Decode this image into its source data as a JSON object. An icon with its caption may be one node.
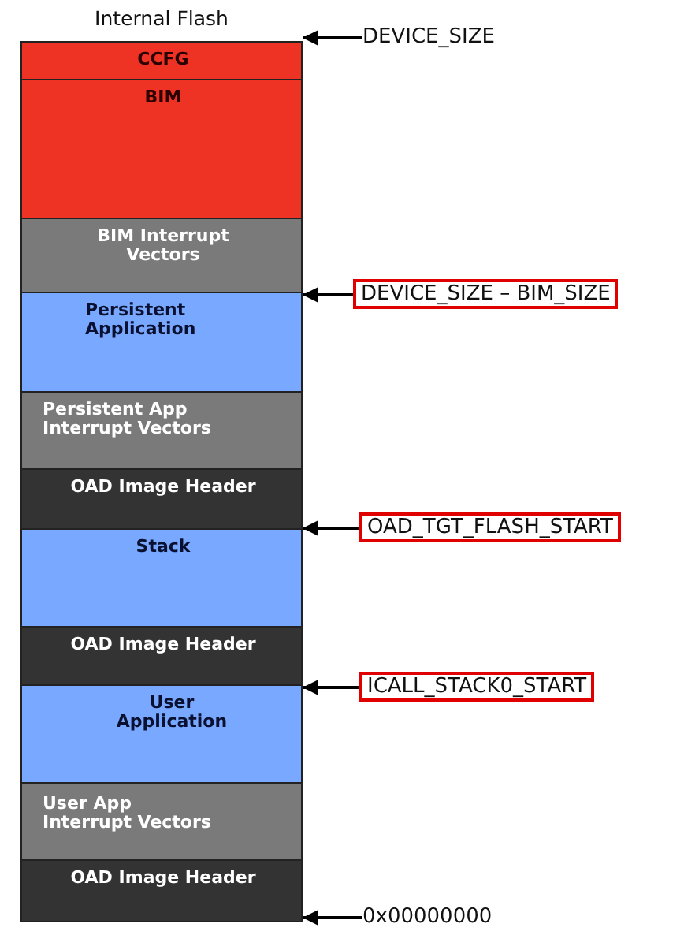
{
  "diagram": {
    "title": "Internal Flash",
    "nodes": [
      {
        "text": [
          "CCFG"
        ]
      },
      {
        "text": [
          "BIM"
        ]
      },
      {
        "text": [
          "BIM Interrupt Vectors"
        ]
      },
      {
        "text": [
          "Persistent Application"
        ]
      },
      {
        "text": [
          "Persistent App Interrupt Vectors"
        ]
      },
      {
        "text": [
          "OAD Image Header"
        ]
      },
      {
        "text": [
          "Stack"
        ]
      },
      {
        "text": [
          "OAD Image Header"
        ]
      },
      {
        "text": [
          "User Application"
        ]
      },
      {
        "text": [
          "User App Interrupt Vectors"
        ]
      },
      {
        "text": [
          "OAD Image Header"
        ]
      },
      {
        "text": [
          "DEVICE_SIZE"
        ]
      },
      {
        "text": [
          "DEVICE_SIZE – BIM_SIZE"
        ]
      },
      {
        "text": [
          "OAD_TGT_FLASH_START"
        ]
      },
      {
        "text": [
          "ICALL_STACK0_START"
        ]
      },
      {
        "text": [
          "0x00000000"
        ]
      }
    ],
    "edges": [
      {
        "from": 11,
        "to": 0,
        "arrow": "to"
      },
      {
        "from": 12,
        "to": 2,
        "arrow": "to"
      },
      {
        "from": 13,
        "to": 5,
        "arrow": "to"
      },
      {
        "from": 14,
        "to": 7,
        "arrow": "to"
      },
      {
        "from": 15,
        "to": 10,
        "arrow": "to"
      }
    ]
  }
}
